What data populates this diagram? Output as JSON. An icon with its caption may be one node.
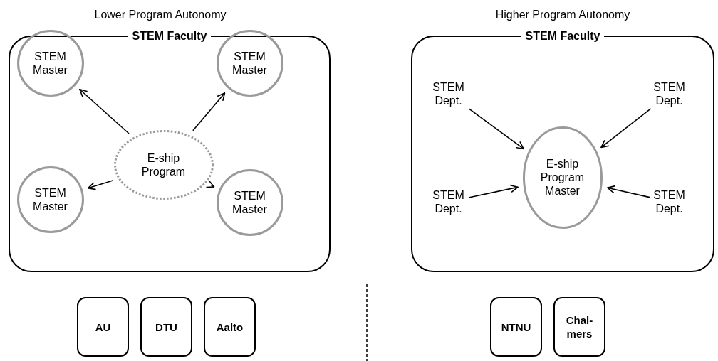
{
  "diagram": {
    "nodes": [
      {
        "text": [
          "STEM Faculty"
        ]
      },
      {
        "text": [
          "STEM Master"
        ],
        "in": 0
      },
      {
        "text": [
          "STEM Master"
        ],
        "in": 0
      },
      {
        "text": [
          "E-ship Program"
        ],
        "in": 0
      },
      {
        "text": [
          "STEM Master"
        ],
        "in": 0
      },
      {
        "text": [
          "STEM Master"
        ],
        "in": 0
      },
      {
        "text": [
          "STEM Faculty"
        ]
      },
      {
        "text": [
          "STEM Dept."
        ],
        "in": 6
      },
      {
        "text": [
          "STEM Dept."
        ],
        "in": 6
      },
      {
        "text": [
          "E-ship Program Master"
        ],
        "in": 6
      },
      {
        "text": [
          "STEM Dept."
        ],
        "in": 6
      },
      {
        "text": [
          "STEM Dept."
        ],
        "in": 6
      },
      {
        "text": [
          "AU"
        ]
      },
      {
        "text": [
          "DTU"
        ]
      },
      {
        "text": [
          "Aalto"
        ]
      },
      {
        "text": [
          "NTNU"
        ]
      },
      {
        "text": [
          "Chal- mers"
        ]
      }
    ],
    "edges": [
      {
        "from": 3,
        "to": 1,
        "arrow": "to"
      },
      {
        "from": 3,
        "to": 2,
        "arrow": "to"
      },
      {
        "from": 3,
        "to": 4,
        "arrow": "to"
      },
      {
        "from": 3,
        "to": 5,
        "arrow": "to"
      },
      {
        "from": 7,
        "to": 9,
        "arrow": "to"
      },
      {
        "from": 8,
        "to": 9,
        "arrow": "to"
      },
      {
        "from": 10,
        "to": 9,
        "arrow": "to"
      },
      {
        "from": 11,
        "to": 9,
        "arrow": "to"
      }
    ],
    "labels": [
      "Lower Program Autonomy",
      "Higher Program Autonomy"
    ]
  }
}
